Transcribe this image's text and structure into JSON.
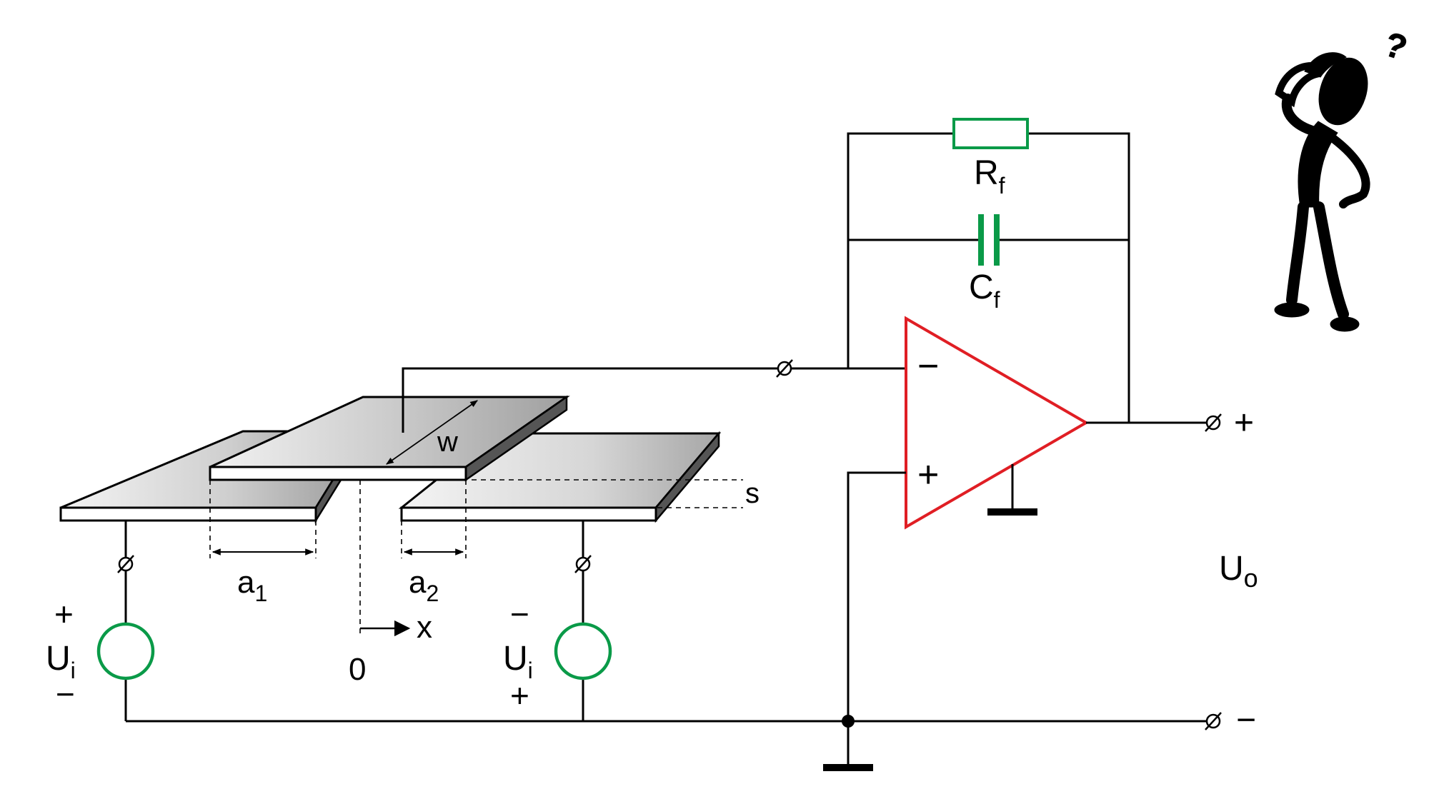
{
  "labels": {
    "rf_main": "R",
    "rf_sub": "f",
    "cf_main": "C",
    "cf_sub": "f",
    "op_minus": "−",
    "op_plus": "+",
    "w": "w",
    "s": "s",
    "a1_main": "a",
    "a1_sub": "1",
    "a2_main": "a",
    "a2_sub": "2",
    "x": "x",
    "zero": "0",
    "uo_main": "U",
    "uo_sub": "o",
    "out_plus": "+",
    "out_minus": "−",
    "ui_left_main": "U",
    "ui_left_sub": "i",
    "ui_left_top": "+",
    "ui_left_bottom": "−",
    "ui_right_main": "U",
    "ui_right_sub": "i",
    "ui_right_top": "−",
    "ui_right_bottom": "+",
    "terminal_glyph": "⌀",
    "thinker_question": "?"
  },
  "colors": {
    "wire": "#000000",
    "sources_and_feedback": "#0a9a48",
    "op_amp": "#e01e24",
    "plate_fill": "#d9d9d9"
  }
}
